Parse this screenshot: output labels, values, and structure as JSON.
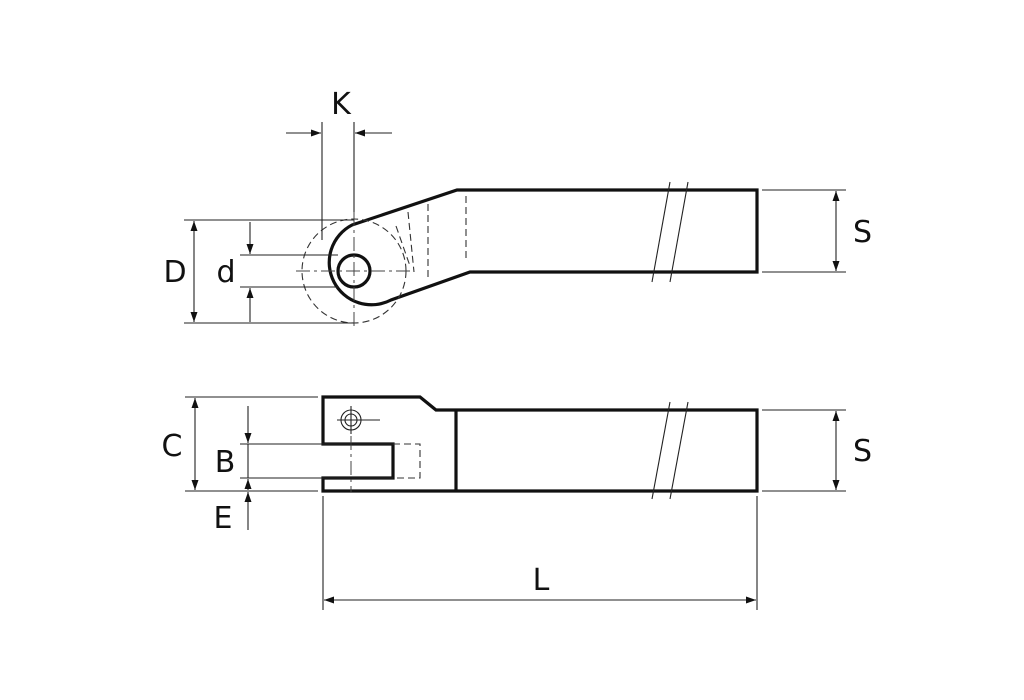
{
  "labels": {
    "K": "K",
    "D": "D",
    "d": "d",
    "S_top": "S",
    "C": "C",
    "B": "B",
    "E": "E",
    "S_bottom": "S",
    "L": "L"
  },
  "colors": {
    "line": "#111111",
    "background": "#ffffff"
  }
}
